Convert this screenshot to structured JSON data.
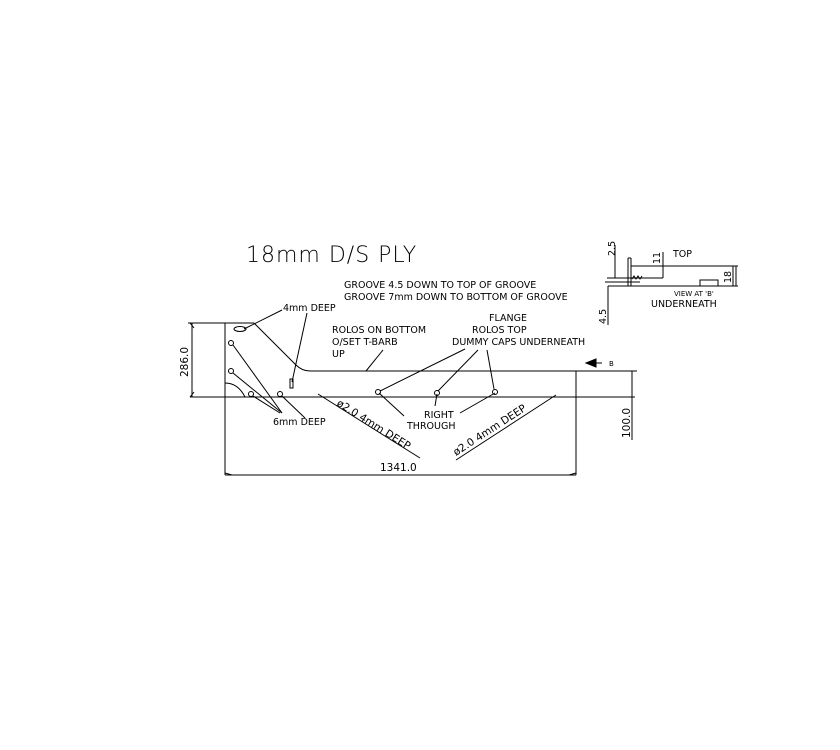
{
  "drawing": {
    "title": "18mm D/S PLY",
    "groove_notes": [
      "GROOVE 4.5 DOWN TO TOP OF GROOVE",
      "GROOVE 7mm DOWN TO BOTTOM OF GROOVE"
    ],
    "labels": {
      "deep_4mm": "4mm DEEP",
      "deep_6mm": "6mm DEEP",
      "rolos_bottom": [
        "ROLOS ON BOTTOM",
        "O/SET T-BARB",
        "UP"
      ],
      "flange": [
        "FLANGE",
        "ROLOS TOP",
        "DUMMY CAPS UNDERNEATH"
      ],
      "right_through": [
        "RIGHT",
        "THROUGH"
      ],
      "hole_left": "ø2.0 4mm DEEP",
      "hole_right": "ø2.0 4mm DEEP",
      "view_marker": "B"
    },
    "dimensions": {
      "height": "286.0",
      "length": "1341.0",
      "flange_height": "100.0"
    },
    "detail": {
      "top_label": "TOP",
      "underneath_label": "UNDERNEATH",
      "view_label": "VIEW AT 'B'",
      "dim_2_5": "2.5",
      "dim_11": "11",
      "dim_18": "18",
      "dim_4_5": "4.5"
    }
  },
  "colors": {
    "background": "#ffffff",
    "line": "#000000"
  }
}
